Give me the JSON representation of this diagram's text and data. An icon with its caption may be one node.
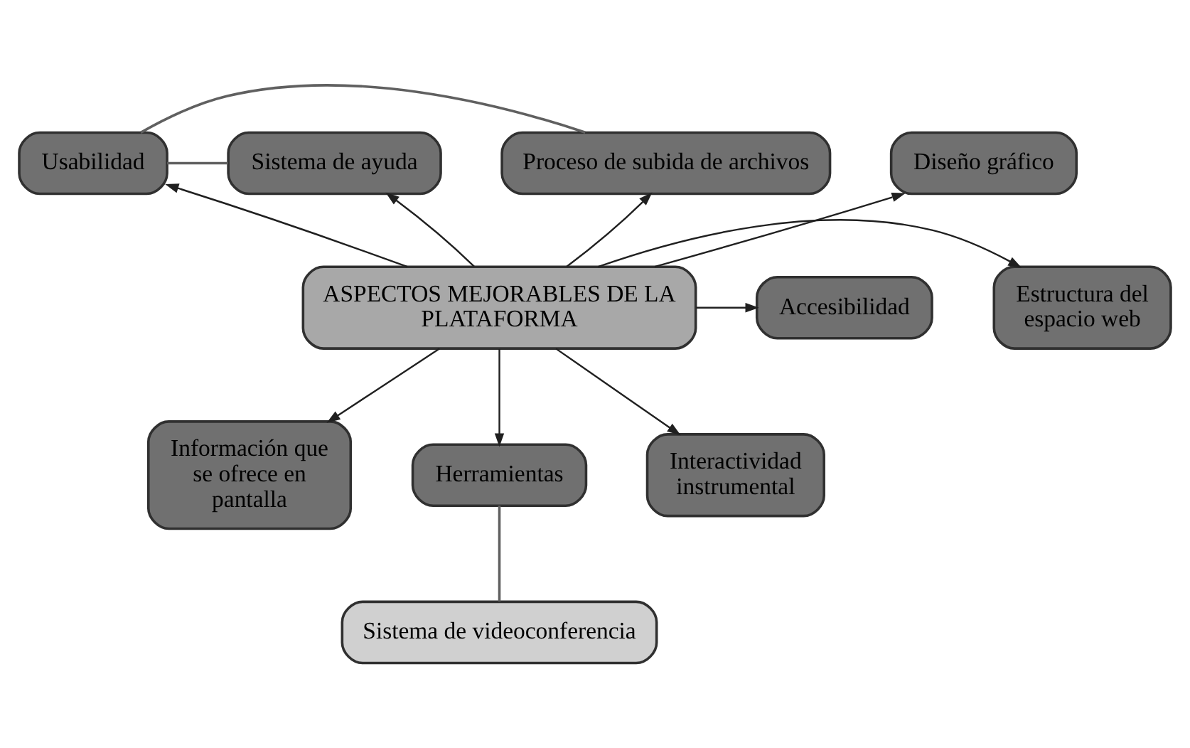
{
  "diagram": {
    "nodes": [
      {
        "text": [
          "Usabilidad"
        ]
      },
      {
        "text": [
          "Proceso de subida de archivos"
        ]
      },
      {
        "text": [
          "Sistema de ayuda"
        ]
      },
      {
        "text": [
          "Diseño gráfico"
        ]
      },
      {
        "text": [
          "Estructura del espacio web"
        ]
      },
      {
        "text": [
          "ASPECTOS MEJORABLES DE LA PLATAFORMA"
        ]
      },
      {
        "text": [
          "Accesibilidad"
        ]
      },
      {
        "text": [
          "Información que se ofrece en pantalla"
        ]
      },
      {
        "text": [
          "Herramientas"
        ]
      },
      {
        "text": [
          "Interactividad instrumental"
        ]
      },
      {
        "text": [
          "Sistema de videoconferencia"
        ]
      }
    ],
    "edges": [
      {
        "from": 5,
        "to": 0,
        "arrow": "to"
      },
      {
        "from": 5,
        "to": 1,
        "arrow": "to"
      },
      {
        "from": 5,
        "to": 2,
        "arrow": "to"
      },
      {
        "from": 5,
        "to": 3,
        "arrow": "to"
      },
      {
        "from": 5,
        "to": 4,
        "arrow": "to"
      },
      {
        "from": 5,
        "to": 6,
        "arrow": "to"
      },
      {
        "from": 5,
        "to": 7,
        "arrow": "to"
      },
      {
        "from": 5,
        "to": 8,
        "arrow": "to"
      },
      {
        "from": 5,
        "to": 9,
        "arrow": "to"
      },
      {
        "from": 0,
        "to": 1,
        "arrow": "none"
      },
      {
        "from": 0,
        "to": 2,
        "arrow": "none"
      },
      {
        "from": 8,
        "to": 10,
        "arrow": "none"
      }
    ]
  }
}
